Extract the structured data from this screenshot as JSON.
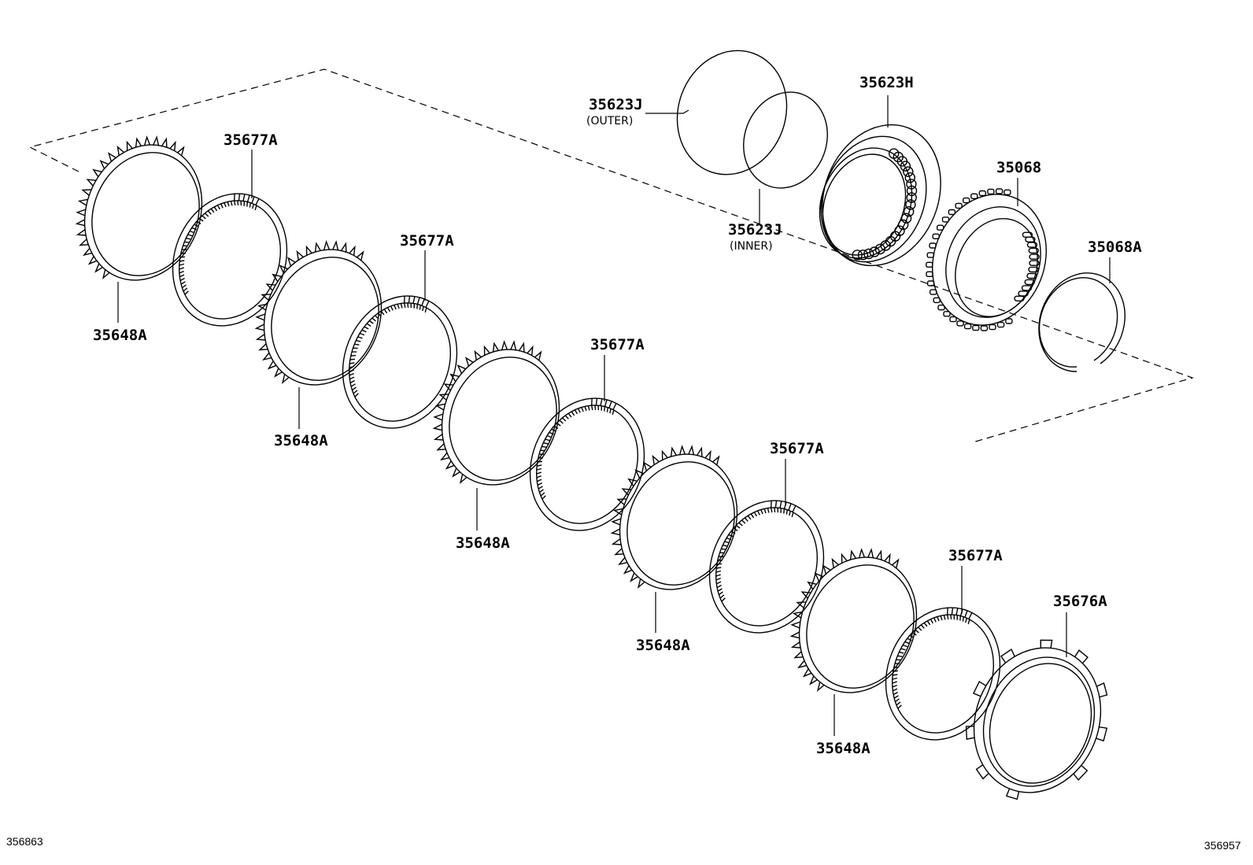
{
  "labels": {
    "l_35677A_1": "35677A",
    "l_35677A_2": "35677A",
    "l_35677A_3": "35677A",
    "l_35677A_4": "35677A",
    "l_35677A_5": "35677A",
    "l_35648A_1": "35648A",
    "l_35648A_2": "35648A",
    "l_35648A_3": "35648A",
    "l_35648A_4": "35648A",
    "l_35648A_5": "35648A",
    "l_35623J_outer": "35623J",
    "l_35623J_inner": "35623J",
    "l_35623H": "35623H",
    "l_35068": "35068",
    "l_35068A": "35068A",
    "l_35676A": "35676A"
  },
  "sublabels": {
    "outer": "(OUTER)",
    "inner": "(INNER)"
  },
  "ref_codes": {
    "left": "356863",
    "right": "356957"
  }
}
